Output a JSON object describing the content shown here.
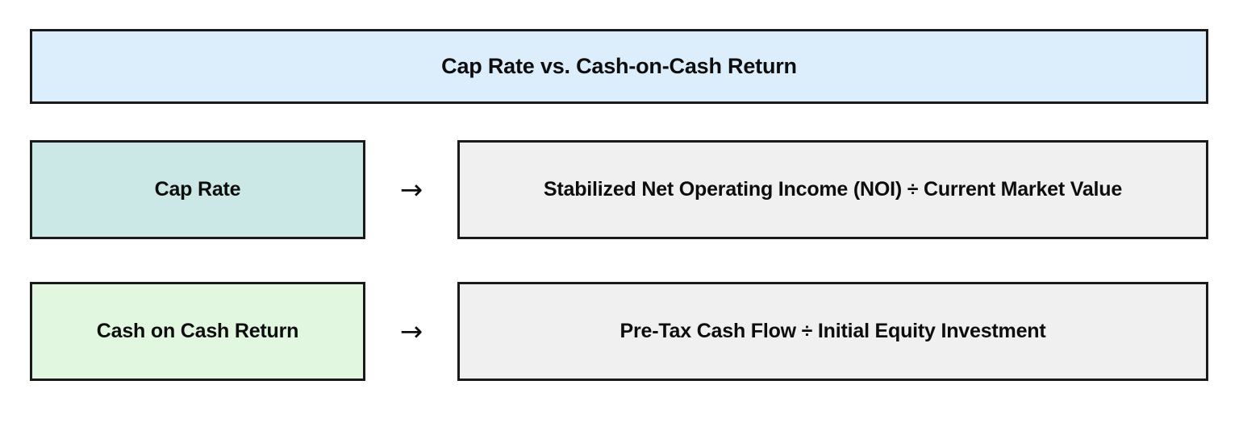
{
  "title": {
    "text": "Cap Rate vs. Cash-on-Cash Return",
    "background_color": "#dcedfb",
    "border_color": "#1a1a1a"
  },
  "arrow": {
    "glyph": "→",
    "icon_name": "arrow-right-icon"
  },
  "rows": [
    {
      "term": "Cap Rate",
      "term_background_color": "#cbe8e6",
      "formula": "Stabilized Net Operating Income (NOI) ÷ Current Market Value",
      "formula_background_color": "#f0f0f0"
    },
    {
      "term": "Cash on Cash Return",
      "term_background_color": "#e2f7e0",
      "formula": "Pre-Tax Cash Flow ÷ Initial Equity Investment",
      "formula_background_color": "#f0f0f0"
    }
  ]
}
